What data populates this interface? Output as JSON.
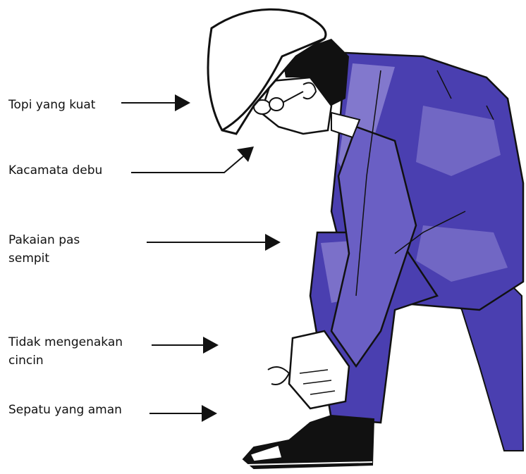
{
  "labels": [
    {
      "id": "helmet",
      "lines": [
        "Topi yang kuat"
      ]
    },
    {
      "id": "goggles",
      "lines": [
        "Kacamata debu"
      ]
    },
    {
      "id": "clothing",
      "lines": [
        "Pakaian pas",
        "sempit"
      ]
    },
    {
      "id": "rings",
      "lines": [
        "Tidak mengenakan",
        "cincin"
      ]
    },
    {
      "id": "shoes",
      "lines": [
        "Sepatu yang aman"
      ]
    }
  ],
  "colors": {
    "coverall_dark": "#4a3fb0",
    "coverall_light": "#8c82d2",
    "outline": "#111111",
    "background": "#ffffff"
  }
}
